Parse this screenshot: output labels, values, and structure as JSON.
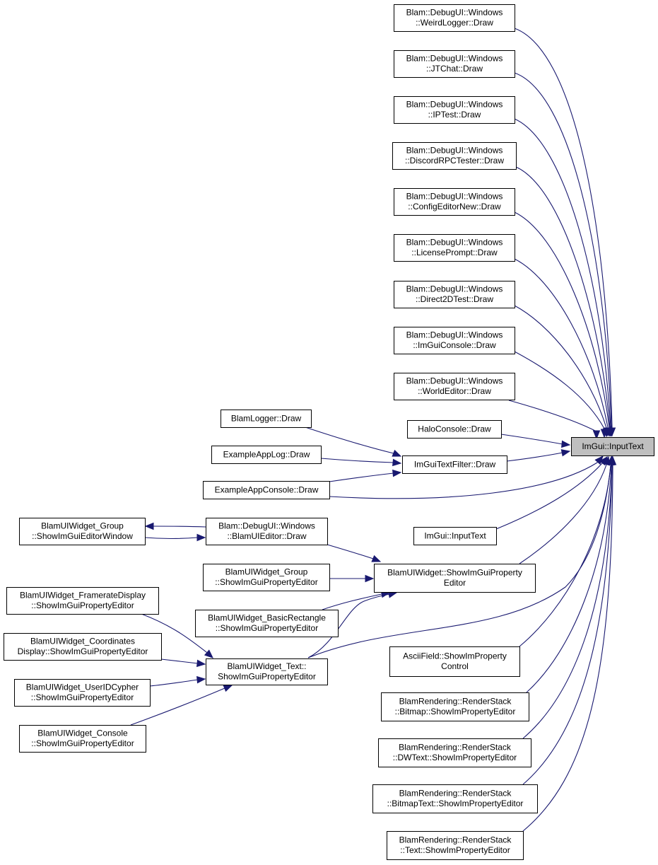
{
  "graph": {
    "colors": {
      "edge": "#191970",
      "root_fill": "#bfbfbf",
      "node_fill": "#ffffff",
      "border": "#000000"
    },
    "nodes": [
      {
        "id": "root",
        "lines": [
          "ImGui::InputText"
        ]
      },
      {
        "id": "weirdlogger",
        "lines": [
          "Blam::DebugUI::Windows",
          "::WeirdLogger::Draw"
        ]
      },
      {
        "id": "jtchat",
        "lines": [
          "Blam::DebugUI::Windows",
          "::JTChat::Draw"
        ]
      },
      {
        "id": "iptest",
        "lines": [
          "Blam::DebugUI::Windows",
          "::IPTest::Draw"
        ]
      },
      {
        "id": "discordrpc",
        "lines": [
          "Blam::DebugUI::Windows",
          "::DiscordRPCTester::Draw"
        ]
      },
      {
        "id": "configeditor",
        "lines": [
          "Blam::DebugUI::Windows",
          "::ConfigEditorNew::Draw"
        ]
      },
      {
        "id": "licenseprompt",
        "lines": [
          "Blam::DebugUI::Windows",
          "::LicensePrompt::Draw"
        ]
      },
      {
        "id": "direct2dtest",
        "lines": [
          "Blam::DebugUI::Windows",
          "::Direct2DTest::Draw"
        ]
      },
      {
        "id": "imguiconsole",
        "lines": [
          "Blam::DebugUI::Windows",
          "::ImGuiConsole::Draw"
        ]
      },
      {
        "id": "worldeditor",
        "lines": [
          "Blam::DebugUI::Windows",
          "::WorldEditor::Draw"
        ]
      },
      {
        "id": "blamlogger",
        "lines": [
          "BlamLogger::Draw"
        ]
      },
      {
        "id": "haloconsole",
        "lines": [
          "HaloConsole::Draw"
        ]
      },
      {
        "id": "exampleapplog",
        "lines": [
          "ExampleAppLog::Draw"
        ]
      },
      {
        "id": "textfilter",
        "lines": [
          "ImGuiTextFilter::Draw"
        ]
      },
      {
        "id": "exampleappconsole",
        "lines": [
          "ExampleAppConsole::Draw"
        ]
      },
      {
        "id": "groupeditorwindow",
        "lines": [
          "BlamUIWidget_Group",
          "::ShowImGuiEditorWindow"
        ]
      },
      {
        "id": "blamuieditor",
        "lines": [
          "Blam::DebugUI::Windows",
          "::BlamUIEditor::Draw"
        ]
      },
      {
        "id": "inputtext2",
        "lines": [
          "ImGui::InputText"
        ]
      },
      {
        "id": "grouppropeditor",
        "lines": [
          "BlamUIWidget_Group",
          "::ShowImGuiPropertyEditor"
        ]
      },
      {
        "id": "widgetpropeditor",
        "lines": [
          "BlamUIWidget::ShowImGuiProperty",
          "Editor"
        ]
      },
      {
        "id": "frameratedisplay",
        "lines": [
          "BlamUIWidget_FramerateDisplay",
          "::ShowImGuiPropertyEditor"
        ]
      },
      {
        "id": "basicrectangle",
        "lines": [
          "BlamUIWidget_BasicRectangle",
          "::ShowImGuiPropertyEditor"
        ]
      },
      {
        "id": "coordinatesdisplay",
        "lines": [
          "BlamUIWidget_Coordinates",
          "Display::ShowImGuiPropertyEditor"
        ]
      },
      {
        "id": "textpropeditor",
        "lines": [
          "BlamUIWidget_Text::",
          "ShowImGuiPropertyEditor"
        ]
      },
      {
        "id": "asciifield",
        "lines": [
          "AsciiField::ShowImProperty",
          "Control"
        ]
      },
      {
        "id": "useridcypher",
        "lines": [
          "BlamUIWidget_UserIDCypher",
          "::ShowImGuiPropertyEditor"
        ]
      },
      {
        "id": "bitmap",
        "lines": [
          "BlamRendering::RenderStack",
          "::Bitmap::ShowImPropertyEditor"
        ]
      },
      {
        "id": "consolepropeditor",
        "lines": [
          "BlamUIWidget_Console",
          "::ShowImGuiPropertyEditor"
        ]
      },
      {
        "id": "dwtext",
        "lines": [
          "BlamRendering::RenderStack",
          "::DWText::ShowImPropertyEditor"
        ]
      },
      {
        "id": "bitmaptext",
        "lines": [
          "BlamRendering::RenderStack",
          "::BitmapText::ShowImPropertyEditor"
        ]
      },
      {
        "id": "stacktext",
        "lines": [
          "BlamRendering::RenderStack",
          "::Text::ShowImPropertyEditor"
        ]
      }
    ],
    "edges": [
      [
        "weirdlogger",
        "root"
      ],
      [
        "jtchat",
        "root"
      ],
      [
        "iptest",
        "root"
      ],
      [
        "discordrpc",
        "root"
      ],
      [
        "configeditor",
        "root"
      ],
      [
        "licenseprompt",
        "root"
      ],
      [
        "direct2dtest",
        "root"
      ],
      [
        "imguiconsole",
        "root"
      ],
      [
        "worldeditor",
        "root"
      ],
      [
        "haloconsole",
        "root"
      ],
      [
        "textfilter",
        "root"
      ],
      [
        "exampleappconsole",
        "root"
      ],
      [
        "inputtext2",
        "root"
      ],
      [
        "widgetpropeditor",
        "root"
      ],
      [
        "textpropeditor",
        "root"
      ],
      [
        "asciifield",
        "root"
      ],
      [
        "bitmap",
        "root"
      ],
      [
        "dwtext",
        "root"
      ],
      [
        "bitmaptext",
        "root"
      ],
      [
        "stacktext",
        "root"
      ],
      [
        "blamlogger",
        "textfilter"
      ],
      [
        "exampleapplog",
        "textfilter"
      ],
      [
        "exampleappconsole",
        "textfilter"
      ],
      [
        "blamuieditor",
        "groupeditorwindow"
      ],
      [
        "groupeditorwindow",
        "blamuieditor"
      ],
      [
        "blamuieditor",
        "widgetpropeditor"
      ],
      [
        "grouppropeditor",
        "widgetpropeditor"
      ],
      [
        "basicrectangle",
        "widgetpropeditor"
      ],
      [
        "textpropeditor",
        "widgetpropeditor"
      ],
      [
        "frameratedisplay",
        "textpropeditor"
      ],
      [
        "coordinatesdisplay",
        "textpropeditor"
      ],
      [
        "useridcypher",
        "textpropeditor"
      ],
      [
        "consolepropeditor",
        "textpropeditor"
      ]
    ]
  }
}
